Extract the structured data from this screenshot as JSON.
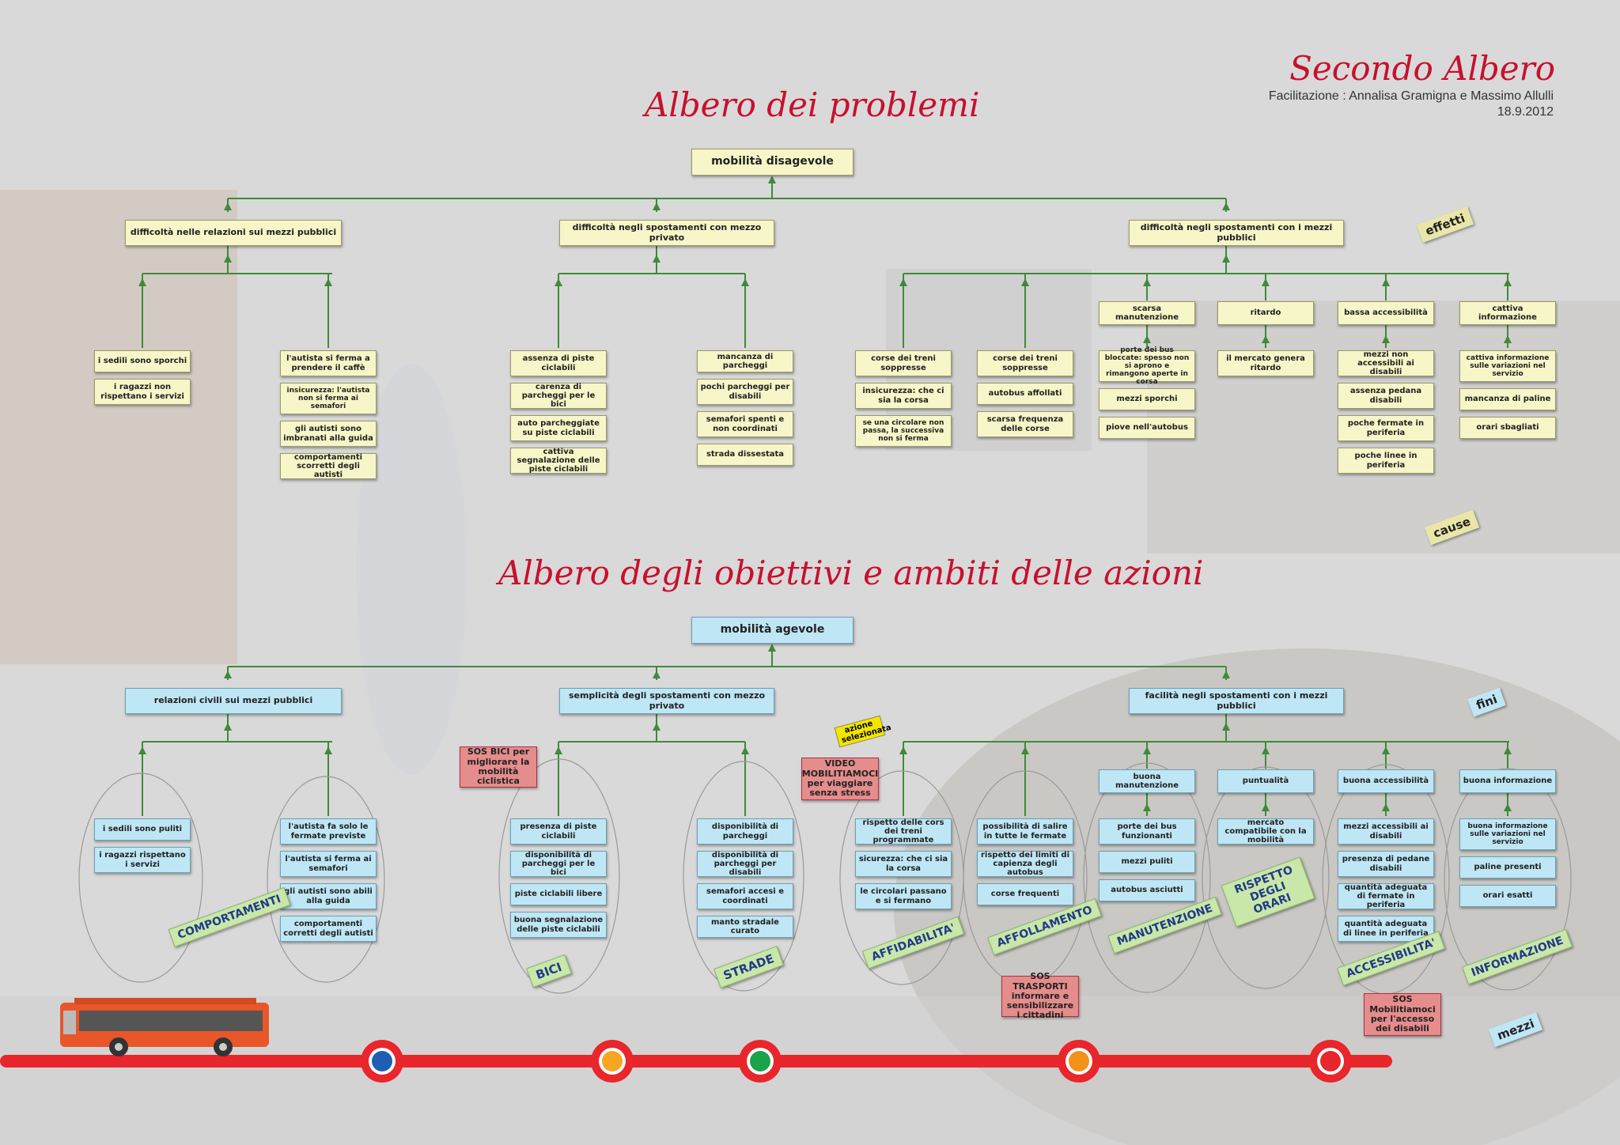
{
  "header": {
    "title": "Secondo Albero",
    "credits": "Facilitazione : Annalisa Gramigna e Massimo Allulli",
    "date": "18.9.2012"
  },
  "problem_tree": {
    "title": "Albero dei problemi",
    "root": "mobilità disagevole",
    "branches": [
      "difficoltà nelle relazioni sui mezzi pubblici",
      "difficoltà negli spostamenti con mezzo privato",
      "difficoltà negli spostamenti con i mezzi pubblici"
    ],
    "mid": [
      "scarsa manutenzione",
      "ritardo",
      "bassa accessibilità",
      "cattiva informazione"
    ],
    "leaves": [
      [
        "i sedili sono sporchi",
        "i ragazzi non rispettano i servizi"
      ],
      [
        "l'autista si ferma a prendere il caffè",
        "insicurezza: l'autista non si ferma ai semafori",
        "gli autisti sono imbranati alla guida",
        "comportamenti scorretti degli autisti"
      ],
      [
        "assenza di piste ciclabili",
        "carenza di parcheggi per le bici",
        "auto parcheggiate su piste ciclabili",
        "cattiva segnalazione delle piste ciclabili"
      ],
      [
        "mancanza di parcheggi",
        "pochi parcheggi per disabili",
        "semafori spenti e non coordinati",
        "strada dissestata"
      ],
      [
        "corse dei treni soppresse",
        "insicurezza: che ci sia la corsa",
        "se una circolare non passa, la successiva non si ferma"
      ],
      [
        "corse dei treni soppresse",
        "autobus affollati",
        "scarsa frequenza delle corse"
      ],
      [
        "porte dei bus bloccate: spesso non si aprono e rimangono aperte in corsa",
        "mezzi sporchi",
        "piove nell'autobus"
      ],
      [
        "il mercato genera ritardo"
      ],
      [
        "mezzi non accessibili ai disabili",
        "assenza pedana disabili",
        "poche fermate in periferia",
        "poche linee in periferia"
      ],
      [
        "cattiva informazione sulle variazioni nel servizio",
        "mancanza di paline",
        "orari sbagliati"
      ]
    ],
    "tag_effects": "effetti",
    "tag_causes": "cause"
  },
  "objective_tree": {
    "title": "Albero degli obiettivi e ambiti delle azioni",
    "root": "mobilità agevole",
    "branches": [
      "relazioni civili sui mezzi pubblici",
      "semplicità degli spostamenti con mezzo privato",
      "facilità negli spostamenti con i mezzi pubblici"
    ],
    "mid": [
      "buona manutenzione",
      "puntualità",
      "buona accessibilità",
      "buona informazione"
    ],
    "leaves": [
      [
        "i sedili sono puliti",
        "i ragazzi rispettano i servizi"
      ],
      [
        "l'autista fa solo le fermate previste",
        "l'autista si ferma ai semafori",
        "gli autisti sono abili alla guida",
        "comportamenti corretti degli autisti"
      ],
      [
        "presenza di piste ciclabili",
        "disponibilità di parcheggi per le bici",
        "piste ciclabili libere",
        "buona segnalazione delle piste ciclabili"
      ],
      [
        "disponibilità di parcheggi",
        "disponibilità di parcheggi per disabili",
        "semafori accesi e coordinati",
        "manto stradale curato"
      ],
      [
        "rispetto delle cors dei treni programmate",
        "sicurezza: che ci sia la corsa",
        "le circolari passano e si fermano"
      ],
      [
        "possibilità di salire in tutte le fermate",
        "rispetto dei limiti di capienza degli autobus",
        "corse frequenti"
      ],
      [
        "porte dei bus funzionanti",
        "mezzi puliti",
        "autobus asciutti"
      ],
      [
        "mercato compatibile con la mobilità"
      ],
      [
        "mezzi accessibili ai disabili",
        "presenza di pedane disabili",
        "quantità adeguata di fermate in periferia",
        "quantità adeguata di linee in periferia"
      ],
      [
        "buona informazione sulle variazioni nel servizio",
        "paline presenti",
        "orari esatti"
      ]
    ],
    "areas": [
      "COMPORTAMENTI",
      "BICI",
      "STRADE",
      "AFFIDABILITA'",
      "AFFOLLAMENTO",
      "MANUTENZIONE",
      "RISPETTO DEGLI ORARI",
      "ACCESSIBILITA'",
      "INFORMAZIONE"
    ],
    "actions": [
      "SOS BICI per migliorare la mobilità ciclistica",
      "VIDEO MOBILITIAMOCI per viaggiare senza stress",
      "SOS TRASPORTI informare e sensibilizzare i cittadini",
      "SOS Mobilitiamoci per l'accesso dei disabili"
    ],
    "selected_note": "azione selezionata",
    "tag_ends": "fini",
    "tag_means": "mezzi"
  },
  "colors": {
    "accent_red": "#c8102e",
    "problem_box": "#f6f6c8",
    "objective_box": "#bfe6f4",
    "action_box": "#e58c8c",
    "tree_line": "#3f8a3a",
    "track": "#e8262b",
    "stop_dots": [
      "#1e5fb4",
      "#f5a623",
      "#1aa34a",
      "#f39219",
      "#e8262b"
    ]
  }
}
